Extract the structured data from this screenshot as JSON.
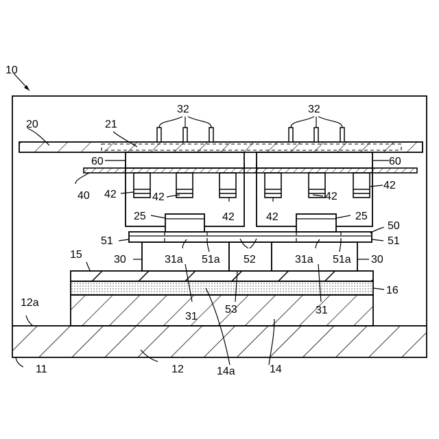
{
  "labels": {
    "l10": "10",
    "l11": "11",
    "l12": "12",
    "l12a": "12a",
    "l14": "14",
    "l14a": "14a",
    "l15": "15",
    "l16": "16",
    "l20": "20",
    "l21": "21",
    "l25_left": "25",
    "l25_right": "25",
    "l30_left": "30",
    "l30_right": "30",
    "l31a_left": "31a",
    "l31a_right": "31a",
    "l31_left": "31",
    "l31_right": "31",
    "l32_left": "32",
    "l32_right": "32",
    "l40": "40",
    "l42_a": "42",
    "l42_b": "42",
    "l42_c": "42",
    "l42_d": "42",
    "l42_e": "42",
    "l42_f": "42",
    "l50": "50",
    "l51_left": "51",
    "l51_right": "51",
    "l51a_left": "51a",
    "l51a_right": "51a",
    "l52": "52",
    "l53": "53",
    "l60_left": "60",
    "l60_right": "60"
  }
}
